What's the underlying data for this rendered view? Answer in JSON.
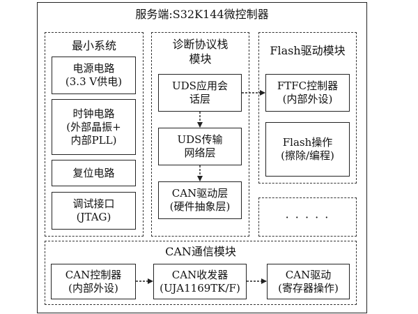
{
  "title": "服务端:S32K144微控制器",
  "min_system": {
    "title": "最小系统",
    "boxes": [
      {
        "line1": "电源电路",
        "line2": "(3.3 V供电)",
        "line3": ""
      },
      {
        "line1": "时钟电路",
        "line2": "(外部晶振+",
        "line3": "内部PLL)"
      },
      {
        "line1": "复位电路",
        "line2": "",
        "line3": ""
      },
      {
        "line1": "调试接口",
        "line2": "(JTAG)",
        "line3": ""
      }
    ]
  },
  "diag_stack": {
    "title_line1": "诊断协议栈",
    "title_line2": "模块",
    "boxes": [
      {
        "line1": "UDS应用会",
        "line2": "话层"
      },
      {
        "line1": "UDS传输",
        "line2": "网络层"
      },
      {
        "line1": "CAN驱动层",
        "line2": "(硬件抽象层)"
      }
    ]
  },
  "flash": {
    "title": "Flash驱动模块",
    "boxes": [
      {
        "line1": "FTFC控制器",
        "line2": "(内部外设)"
      },
      {
        "line1": "Flash操作",
        "line2": "(擦除/编程)"
      }
    ]
  },
  "more": {
    "label": "· · · · ·"
  },
  "can": {
    "title": "CAN通信模块",
    "boxes": [
      {
        "line1": "CAN控制器",
        "line2": "(内部外设)"
      },
      {
        "line1": "CAN收发器",
        "line2": "(UJA1169TK/F)"
      },
      {
        "line1": "CAN驱动",
        "line2": "(寄存器操作)"
      }
    ]
  },
  "colors": {
    "line": "#222222",
    "background": "#ffffff"
  }
}
